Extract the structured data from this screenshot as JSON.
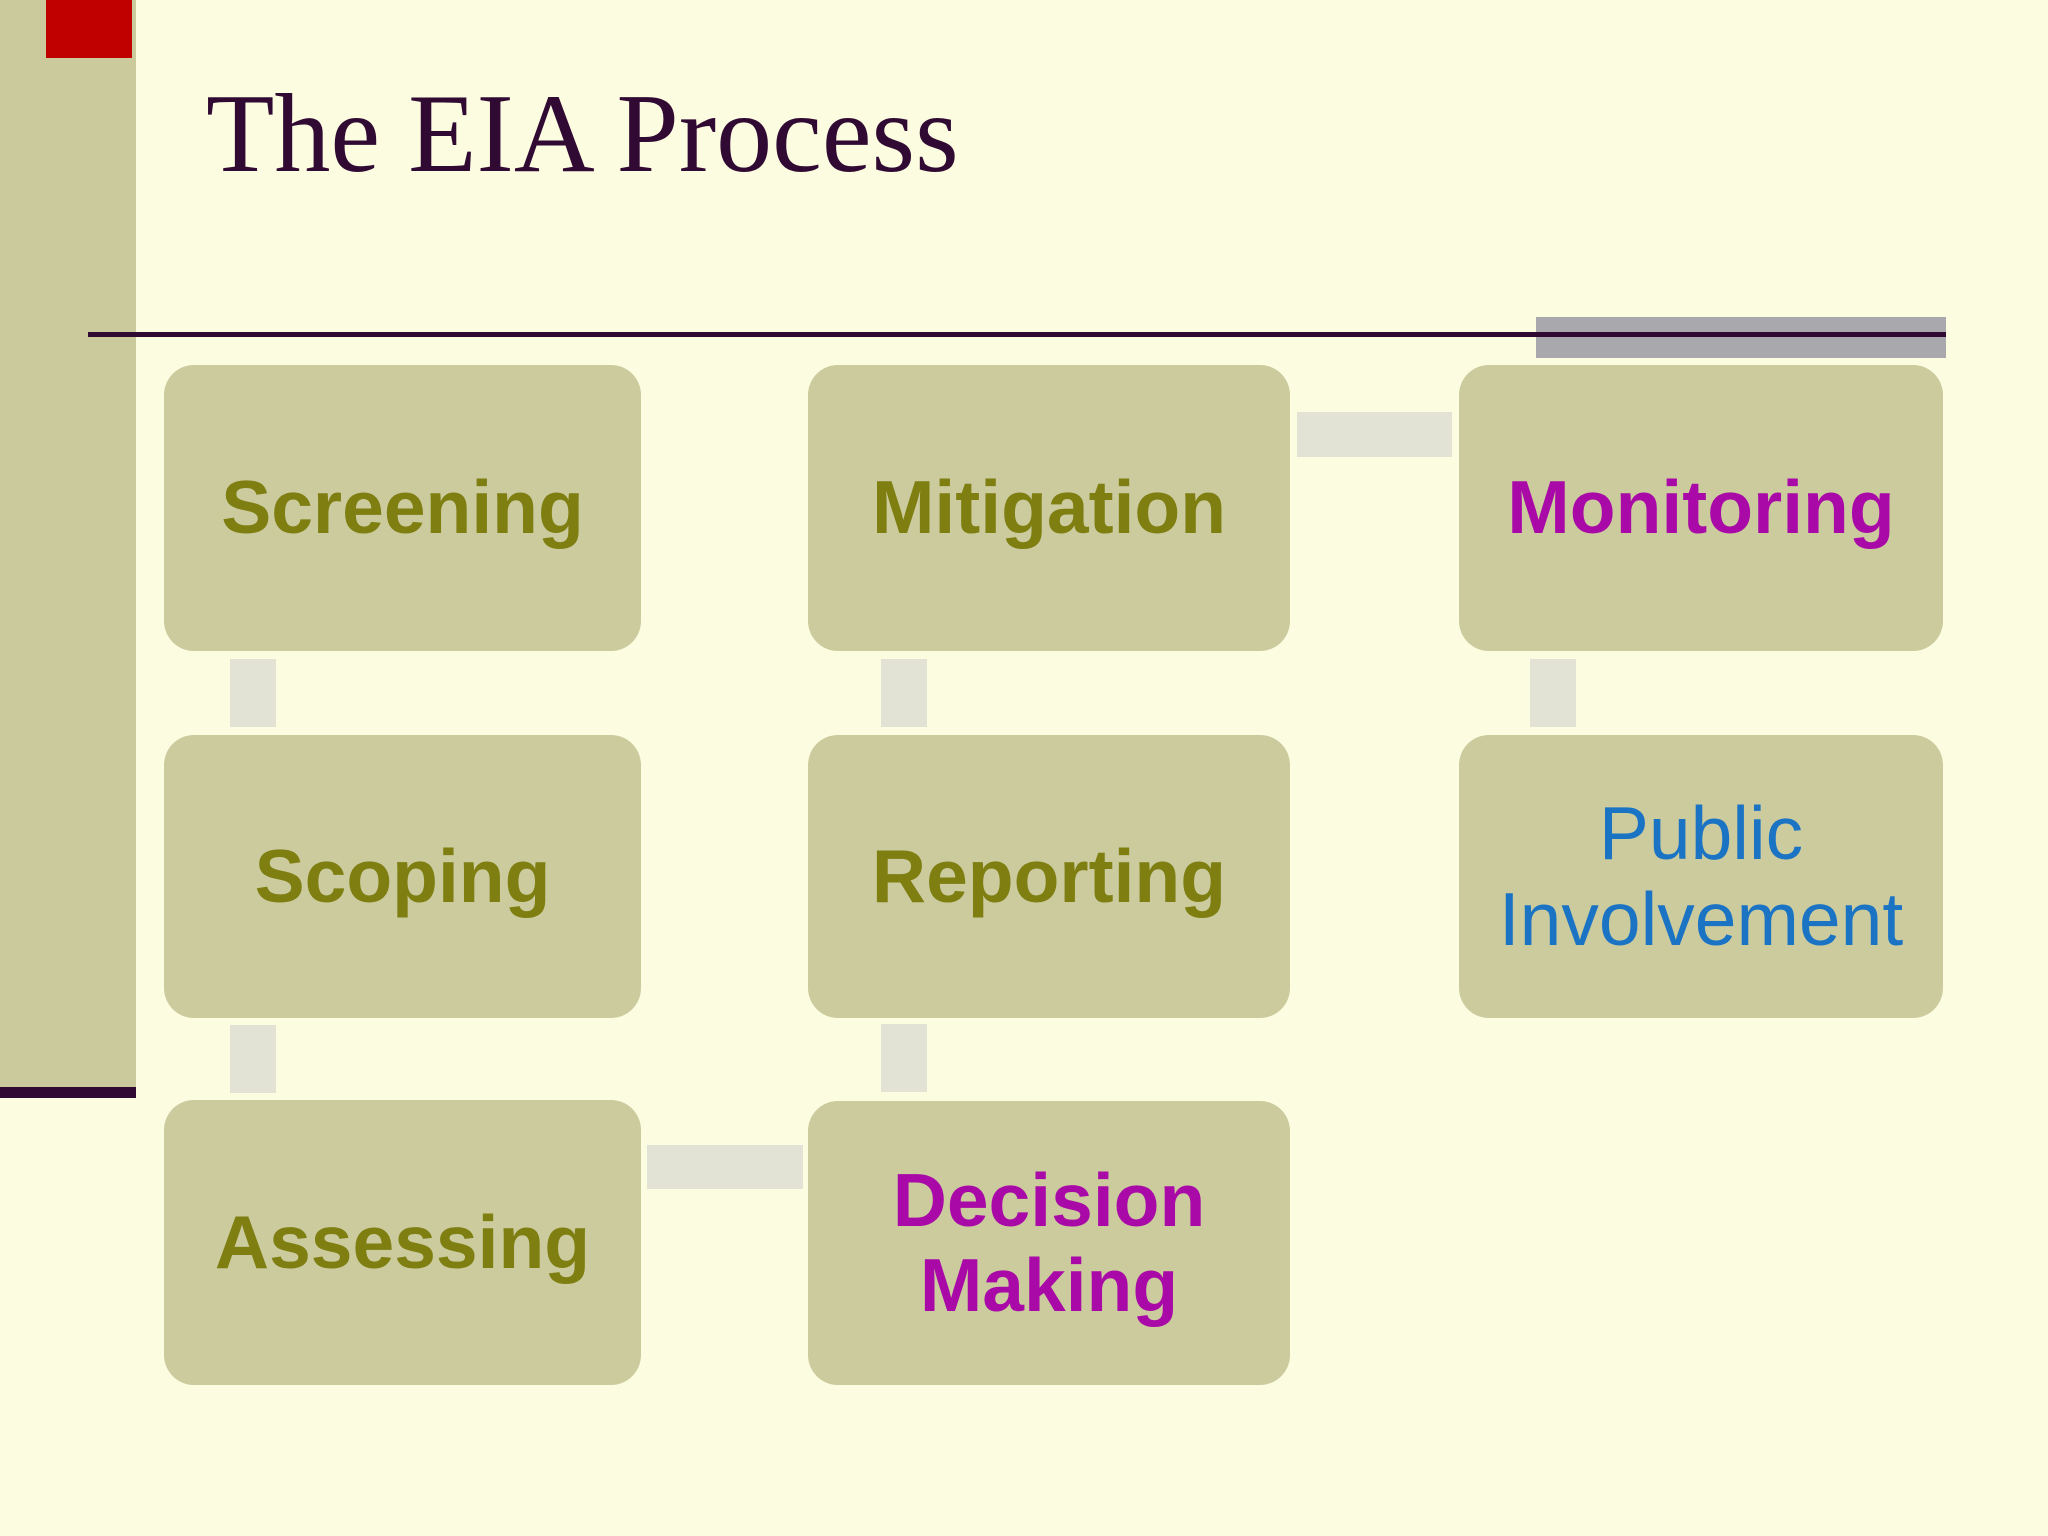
{
  "title": "The EIA Process",
  "palette": {
    "background": "#FCFCE1",
    "sidebar_stripe": "#CACA9C",
    "node_fill": "#CBCB9E",
    "connector_fill": "#E2E2D5",
    "accent_rule_purple": "#310A33",
    "gray_bar": "#A9A9AD",
    "red_accent_block": "#C00000",
    "title_text": "#310A33",
    "stage_text_olive": "#7E7E11",
    "stage_text_magenta": "#A909A7",
    "stage_text_blue": "#1B73C4"
  },
  "diagram": {
    "type": "flowchart",
    "nodes": [
      {
        "label": "Screening",
        "column": 1,
        "row": 1,
        "text_color": "#7E7E11"
      },
      {
        "label": "Scoping",
        "column": 1,
        "row": 2,
        "text_color": "#7E7E11"
      },
      {
        "label": "Assessing",
        "column": 1,
        "row": 3,
        "text_color": "#7E7E11"
      },
      {
        "label": "Mitigation",
        "column": 2,
        "row": 1,
        "text_color": "#7E7E11"
      },
      {
        "label": "Reporting",
        "column": 2,
        "row": 2,
        "text_color": "#7E7E11"
      },
      {
        "label": "Decision Making",
        "column": 2,
        "row": 3,
        "text_color": "#A909A7"
      },
      {
        "label": "Monitoring",
        "column": 3,
        "row": 1,
        "text_color": "#A909A7"
      },
      {
        "label": "Public Involvement",
        "column": 3,
        "row": 2,
        "text_color": "#1B73C4"
      }
    ],
    "connectors": [
      {
        "from": "Screening",
        "to": "Scoping",
        "orientation": "vertical"
      },
      {
        "from": "Scoping",
        "to": "Assessing",
        "orientation": "vertical"
      },
      {
        "from": "Mitigation",
        "to": "Reporting",
        "orientation": "vertical"
      },
      {
        "from": "Reporting",
        "to": "Decision Making",
        "orientation": "vertical"
      },
      {
        "from": "Monitoring",
        "to": "Public Involvement",
        "orientation": "vertical"
      },
      {
        "from": "Mitigation",
        "to": "Monitoring",
        "orientation": "horizontal"
      },
      {
        "from": "Assessing",
        "to": "Decision Making",
        "orientation": "horizontal"
      }
    ]
  }
}
